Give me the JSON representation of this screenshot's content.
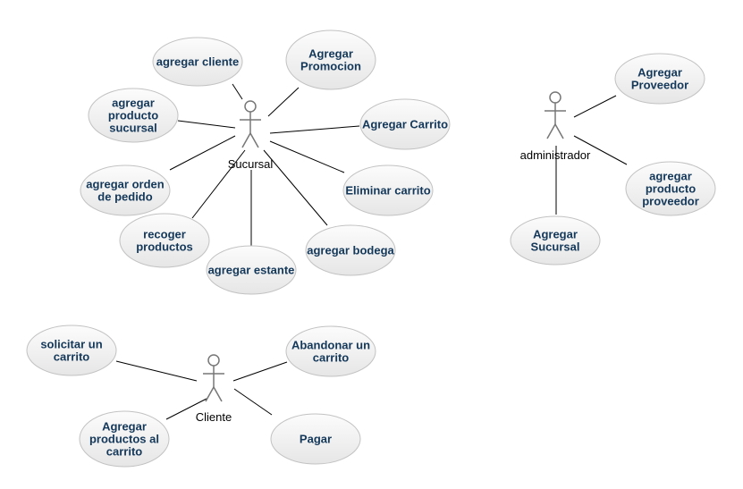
{
  "actors": [
    {
      "id": "sucursal",
      "name": "Sucursal"
    },
    {
      "id": "administrador",
      "name": "administrador"
    },
    {
      "id": "cliente",
      "name": "Cliente"
    }
  ],
  "use_cases": [
    {
      "id": "uc1",
      "lines": [
        "agregar cliente"
      ]
    },
    {
      "id": "uc2",
      "lines": [
        "Agregar",
        "Promocion"
      ]
    },
    {
      "id": "uc3",
      "lines": [
        "agregar",
        "producto",
        "sucursal"
      ]
    },
    {
      "id": "uc4",
      "lines": [
        "Agregar Carrito"
      ]
    },
    {
      "id": "uc5",
      "lines": [
        "agregar orden",
        "de pedido"
      ]
    },
    {
      "id": "uc6",
      "lines": [
        "Eliminar carrito"
      ]
    },
    {
      "id": "uc7",
      "lines": [
        "recoger",
        "productos"
      ]
    },
    {
      "id": "uc8",
      "lines": [
        "agregar estante"
      ]
    },
    {
      "id": "uc9",
      "lines": [
        "agregar bodega"
      ]
    },
    {
      "id": "uc10",
      "lines": [
        "Agregar",
        "Proveedor"
      ]
    },
    {
      "id": "uc11",
      "lines": [
        "agregar",
        "producto",
        "proveedor"
      ]
    },
    {
      "id": "uc12",
      "lines": [
        "Agregar",
        "Sucursal"
      ]
    },
    {
      "id": "uc13",
      "lines": [
        "solicitar un",
        "carrito"
      ]
    },
    {
      "id": "uc14",
      "lines": [
        "Abandonar un",
        "carrito"
      ]
    },
    {
      "id": "uc15",
      "lines": [
        "Agregar",
        "productos al",
        "carrito"
      ]
    },
    {
      "id": "uc16",
      "lines": [
        "Pagar"
      ]
    }
  ],
  "associations": [
    {
      "actor": "sucursal",
      "use_case": "uc1"
    },
    {
      "actor": "sucursal",
      "use_case": "uc2"
    },
    {
      "actor": "sucursal",
      "use_case": "uc3"
    },
    {
      "actor": "sucursal",
      "use_case": "uc4"
    },
    {
      "actor": "sucursal",
      "use_case": "uc5"
    },
    {
      "actor": "sucursal",
      "use_case": "uc6"
    },
    {
      "actor": "sucursal",
      "use_case": "uc7"
    },
    {
      "actor": "sucursal",
      "use_case": "uc8"
    },
    {
      "actor": "sucursal",
      "use_case": "uc9"
    },
    {
      "actor": "administrador",
      "use_case": "uc10"
    },
    {
      "actor": "administrador",
      "use_case": "uc11"
    },
    {
      "actor": "administrador",
      "use_case": "uc12"
    },
    {
      "actor": "cliente",
      "use_case": "uc13"
    },
    {
      "actor": "cliente",
      "use_case": "uc14"
    },
    {
      "actor": "cliente",
      "use_case": "uc15"
    },
    {
      "actor": "cliente",
      "use_case": "uc16"
    }
  ]
}
